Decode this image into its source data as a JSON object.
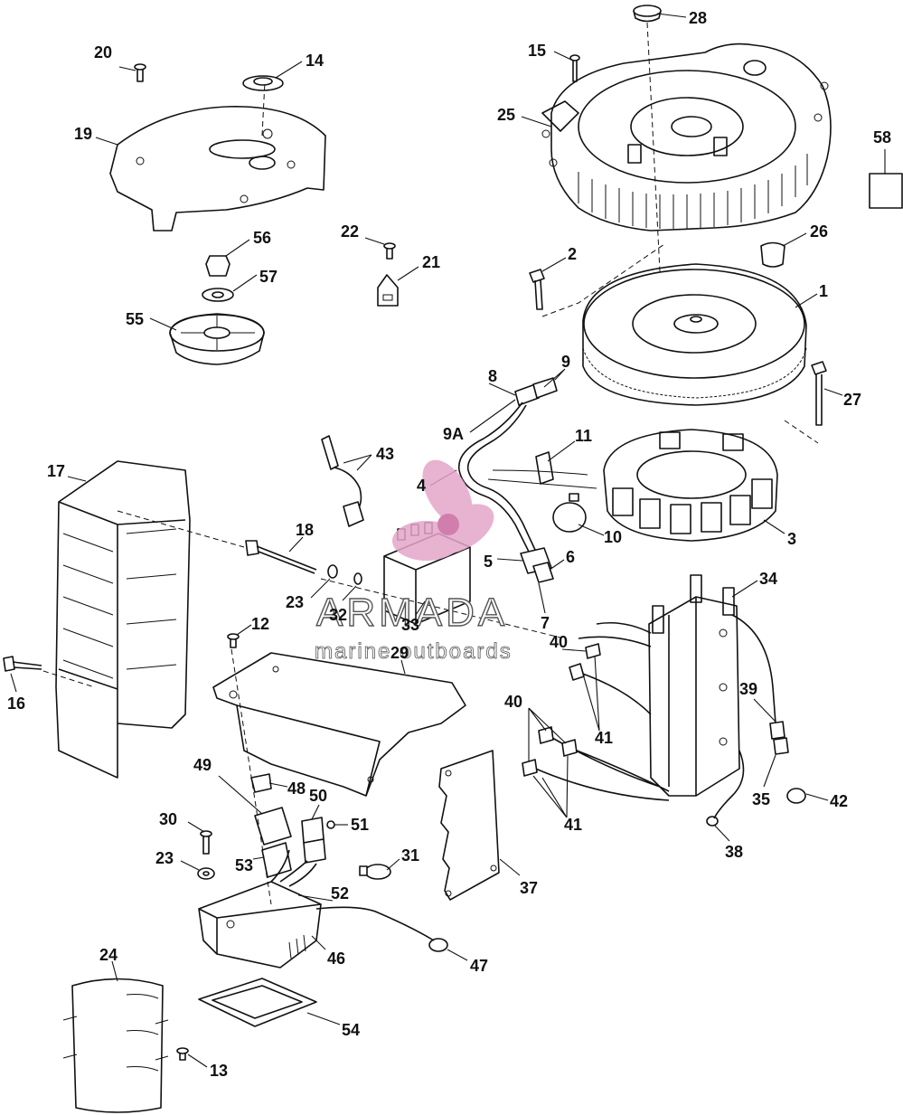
{
  "callouts": {
    "c1": "1",
    "c2": "2",
    "c3": "3",
    "c4": "4",
    "c5": "5",
    "c6": "6",
    "c7": "7",
    "c8": "8",
    "c9": "9",
    "c9a": "9A",
    "c10": "10",
    "c11": "11",
    "c12": "12",
    "c13": "13",
    "c14": "14",
    "c15": "15",
    "c16": "16",
    "c17": "17",
    "c18": "18",
    "c19": "19",
    "c20": "20",
    "c21": "21",
    "c22": "22",
    "c23a": "23",
    "c23b": "23",
    "c24": "24",
    "c25": "25",
    "c26": "26",
    "c27": "27",
    "c28": "28",
    "c29": "29",
    "c30": "30",
    "c31": "31",
    "c32": "32",
    "c33": "33",
    "c34": "34",
    "c35": "35",
    "c37": "37",
    "c38": "38",
    "c39": "39",
    "c40a": "40",
    "c40b": "40",
    "c41a": "41",
    "c41b": "41",
    "c42": "42",
    "c43": "43",
    "c46": "46",
    "c47": "47",
    "c48": "48",
    "c49": "49",
    "c50": "50",
    "c51": "51",
    "c52": "52",
    "c53": "53",
    "c54": "54",
    "c55": "55",
    "c56": "56",
    "c57": "57",
    "c58": "58"
  },
  "watermark": {
    "brand": "ARMADA",
    "tagline": "marine outboards"
  },
  "colors": {
    "line": "#111111",
    "background": "#ffffff",
    "logo_pink": "#e3a6c9",
    "logo_pink_dark": "#c9689f",
    "watermark_outline": "#555555"
  }
}
